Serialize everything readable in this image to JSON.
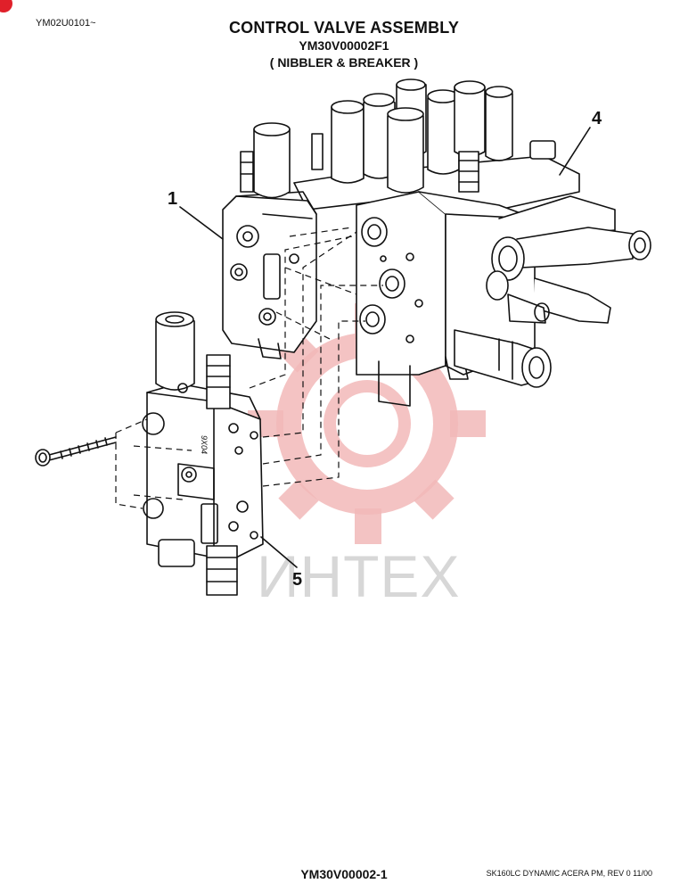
{
  "header": {
    "doc_code": "YM02U0101~",
    "title": "CONTROL VALVE ASSEMBLY",
    "part_number": "YM30V00002F1",
    "variant": "( NIBBLER & BREAKER )"
  },
  "callouts": [
    {
      "id": "callout-1",
      "label": "1"
    },
    {
      "id": "callout-4",
      "label": "4"
    },
    {
      "id": "callout-5",
      "label": "5"
    }
  ],
  "part_marking": "9X04",
  "watermark": {
    "text": "ИНТЕХ",
    "color": "#e8a3a3"
  },
  "footer": {
    "drawing_number": "YM30V00002-1",
    "manual_ref": "SK160LC DYNAMIC ACERA PM,  REV 0 11/00"
  },
  "colors": {
    "corner_mark": "#e0202a",
    "line": "#111111"
  }
}
